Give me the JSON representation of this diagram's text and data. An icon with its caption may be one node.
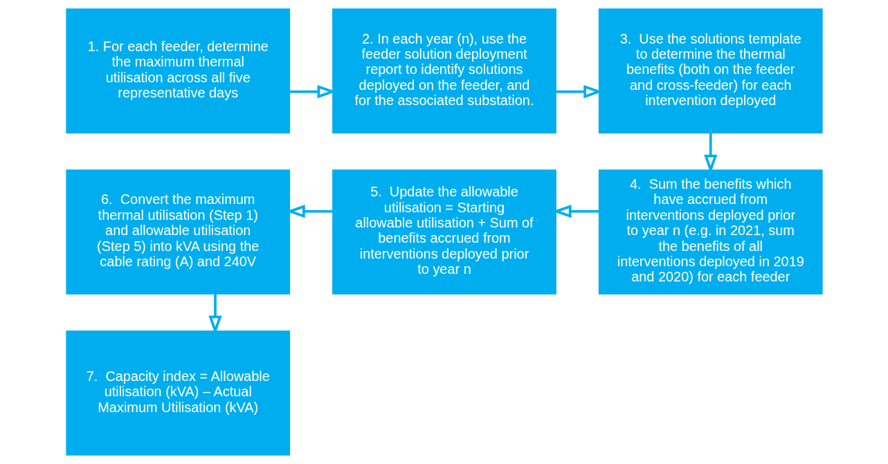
{
  "diagram": {
    "nodes": [
      {
        "text": [
          "1. For each feeder, determine the maximum thermal utilisation across all five representative days"
        ]
      },
      {
        "text": [
          "2. In each year (n), use the feeder solution deployment report to identify solutions deployed on the feeder, and for the associated substation."
        ]
      },
      {
        "text": [
          "3.  Use the solutions template to determine the thermal benefits (both on the feeder and cross-feeder) for each intervention deployed"
        ]
      },
      {
        "text": [
          "4.  Sum the benefits which have accrued from interventions deployed prior to year n (e.g. in 2021, sum the benefits of all interventions deployed in 2019 and 2020) for each feeder"
        ]
      },
      {
        "text": [
          "5.  Update the allowable utilisation = Starting allowable utilisation + Sum of benefits accrued from interventions deployed prior to year n"
        ]
      },
      {
        "text": [
          "6.  Convert the maximum thermal utilisation (Step 1) and allowable utilisation (Step 5) into kVA using the cable rating (A) and 240V"
        ]
      },
      {
        "text": [
          "7.  Capacity index = Allowable utilisation (kVA) – Actual Maximum Utilisation (kVA)"
        ]
      }
    ],
    "edges": [
      {
        "from": 0,
        "to": 1,
        "arrow": "to"
      },
      {
        "from": 1,
        "to": 2,
        "arrow": "to"
      },
      {
        "from": 2,
        "to": 3,
        "arrow": "to"
      },
      {
        "from": 3,
        "to": 4,
        "arrow": "to"
      },
      {
        "from": 4,
        "to": 5,
        "arrow": "to"
      },
      {
        "from": 5,
        "to": 6,
        "arrow": "to"
      }
    ]
  }
}
